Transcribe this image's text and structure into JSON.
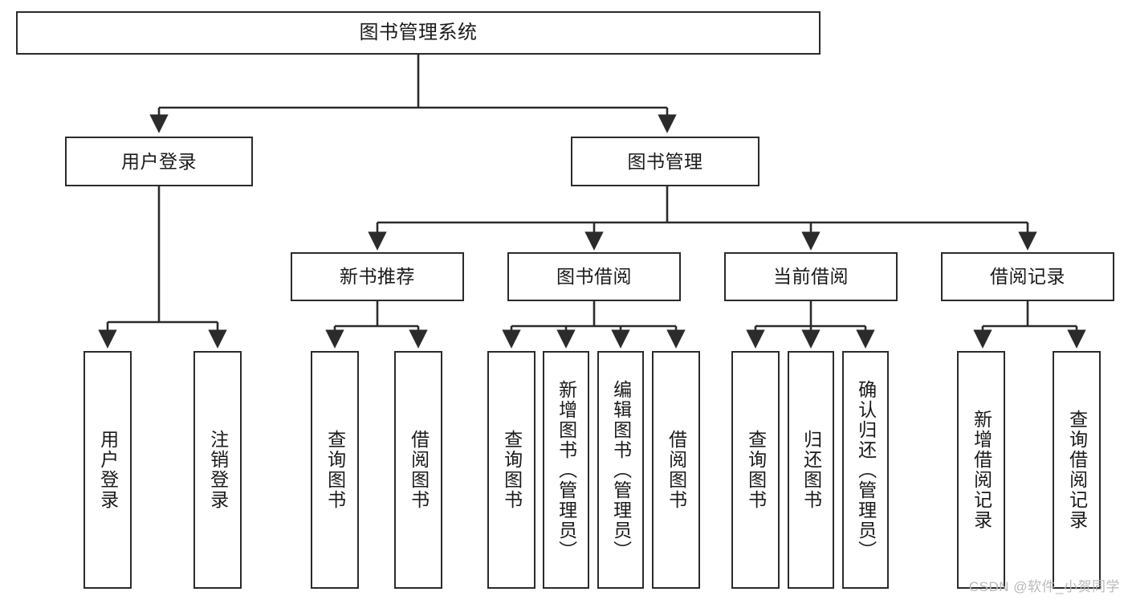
{
  "diagram": {
    "title": "图书管理系统",
    "type": "tree-hierarchy-diagram",
    "colors": {
      "stroke": "#2b2b2b",
      "fill": "#ffffff",
      "text": "#1a1a1a",
      "watermark": "#b9b9b9"
    },
    "nodes": {
      "root": {
        "label": "图书管理系统"
      },
      "level2": [
        {
          "label": "用户登录"
        },
        {
          "label": "图书管理"
        }
      ],
      "level3": [
        {
          "label": "新书推荐"
        },
        {
          "label": "图书借阅"
        },
        {
          "label": "当前借阅"
        },
        {
          "label": "借阅记录"
        }
      ],
      "leaves": {
        "user_login": [
          {
            "label": "用户登录"
          },
          {
            "label": "注销登录"
          }
        ],
        "new_book_recommend": [
          {
            "label": "查询图书"
          },
          {
            "label": "借阅图书"
          }
        ],
        "book_borrow": [
          {
            "label": "查询图书"
          },
          {
            "label": "新增图书（管理员）"
          },
          {
            "label": "编辑图书（管理员）"
          },
          {
            "label": "借阅图书"
          }
        ],
        "current_borrow": [
          {
            "label": "查询图书"
          },
          {
            "label": "归还图书"
          },
          {
            "label": "确认归还（管理员）"
          }
        ],
        "borrow_record": [
          {
            "label": "新增借阅记录"
          },
          {
            "label": "查询借阅记录"
          }
        ]
      }
    },
    "watermark": "CSDN @软件_小贺同学"
  }
}
